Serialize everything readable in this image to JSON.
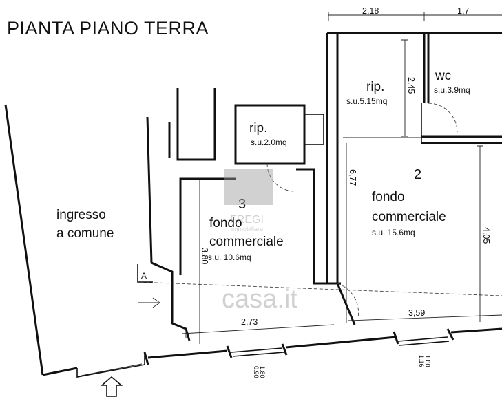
{
  "title": "PIANTA PIANO TERRA",
  "rooms": {
    "ingresso": {
      "line1": "ingresso",
      "line2": "a comune"
    },
    "unit3": {
      "number": "3",
      "line1": "fondo",
      "line2": "commerciale",
      "area": "s.u. 10.6mq"
    },
    "unit2": {
      "number": "2",
      "line1": "fondo",
      "line2": "commerciale",
      "area": "s.u. 15.6mq"
    },
    "rip_small": {
      "name": "rip.",
      "area": "s.u.2.0mq"
    },
    "rip_top": {
      "name": "rip.",
      "area": "s.u.5.15mq"
    },
    "wc": {
      "name": "wc",
      "area": "s.u.3.9mq"
    }
  },
  "dimensions": {
    "top_left": "2,18",
    "top_right": "1,7",
    "rip_height": "2,45",
    "unit2_height": "6,77",
    "right_height": "4,05",
    "unit3_height": "3.80",
    "unit3_width": "2,73",
    "unit2_width": "3,59",
    "win1_a": "0.90",
    "win1_b": "1.80",
    "win2_a": "1.16",
    "win2_b": "1.80"
  },
  "section_marker": "A",
  "watermark": {
    "brand": "FREGI",
    "sub": "immobiliare",
    "site": "casa.it"
  },
  "colors": {
    "line": "#111111",
    "watermark": "#9a9a9a",
    "background": "#ffffff"
  }
}
